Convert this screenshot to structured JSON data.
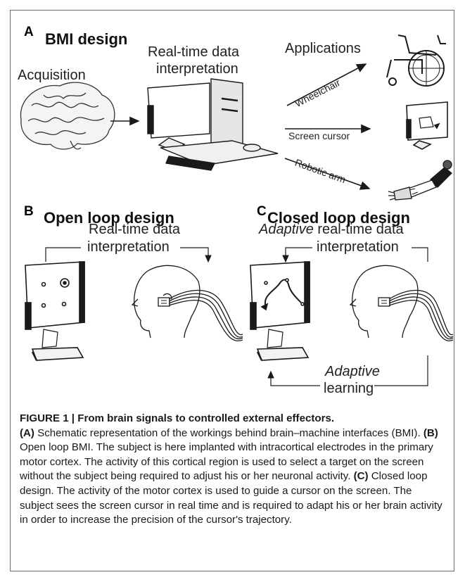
{
  "panels": {
    "a": {
      "letter": "A",
      "title": "BMI design",
      "acquisition": "Acquisition",
      "interp_line1": "Real-time data",
      "interp_line2": "interpretation",
      "applications": "Applications",
      "wheelchair": "Wheelchair",
      "screen_cursor": "Screen cursor",
      "robotic_arm": "Robotic arm"
    },
    "b": {
      "letter": "B",
      "title": "Open loop design",
      "interp_line1": "Real-time data",
      "interp_line2": "interpretation"
    },
    "c": {
      "letter": "C",
      "title": "Closed loop design",
      "interp_prefix": "Adaptive",
      "interp_line1_rest": " real-time data",
      "interp_line2": "interpretation",
      "learning_line1": "Adaptive",
      "learning_line2": "learning"
    }
  },
  "caption": {
    "title": "FIGURE 1 | From brain signals to controlled external effectors.",
    "a_label": "(A)",
    "a_text": " Schematic representation of the workings behind brain–machine interfaces (BMI). ",
    "b_label": "(B)",
    "b_text": " Open loop BMI. The subject is here implanted with intracortical electrodes in the primary motor cortex. The activity of this cortical region is used to select a target on the screen without the subject being required to adjust his or her neuronal activity. ",
    "c_label": "(C)",
    "c_text": " Closed loop design. The activity of the motor cortex is used to guide a cursor on the screen. The subject sees the screen cursor in real time and is required to adapt his or her brain activity in order to increase the precision of the cursor's trajectory."
  },
  "icons": [
    "brain-icon",
    "computer-icon",
    "wheelchair-icon",
    "screen-icon",
    "robotic-arm-icon",
    "head-implant-icon"
  ],
  "colors": {
    "ink": "#1a1a1a",
    "frame": "#6d6d6d",
    "fill_gray": "#d8d8d8"
  }
}
